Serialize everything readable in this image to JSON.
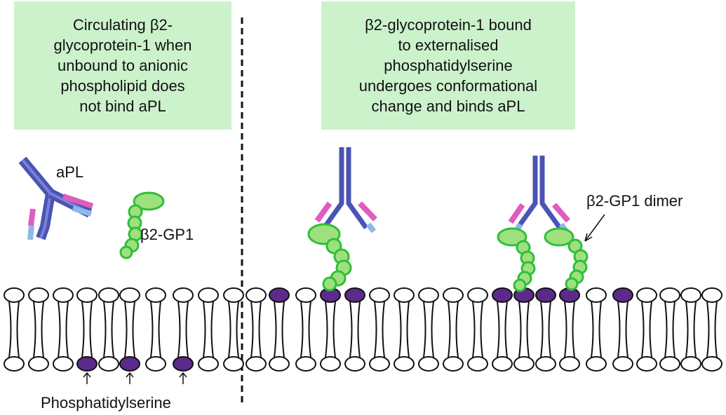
{
  "left_panel": {
    "caption": "Circulating β2-\nglycoprotein-1 when\nunbound to anionic\nphospholipid does\nnot bind aPL"
  },
  "right_panel": {
    "caption": "β2-glycoprotein-1 bound\nto externalised\nphosphatidylserine\nundergoes conformational\nchange and binds aPL"
  },
  "labels": {
    "apl": "aPL",
    "b2gp1": "β2-GP1",
    "dimer": "β2-GP1 dimer",
    "phosphatidylserine": "Phosphatidylserine"
  },
  "colors": {
    "caption_bg": "#ccf2cc",
    "antibody_heavy": "#4a54b4",
    "antibody_light_magenta": "#e05cc0",
    "antibody_light_blue": "#8fb7e8",
    "gp1_fill": "#9fe07e",
    "gp1_stroke": "#2fbf3a",
    "phosphatidylserine_head": "#5c2a8a",
    "lipid_head": "#ffffff"
  }
}
